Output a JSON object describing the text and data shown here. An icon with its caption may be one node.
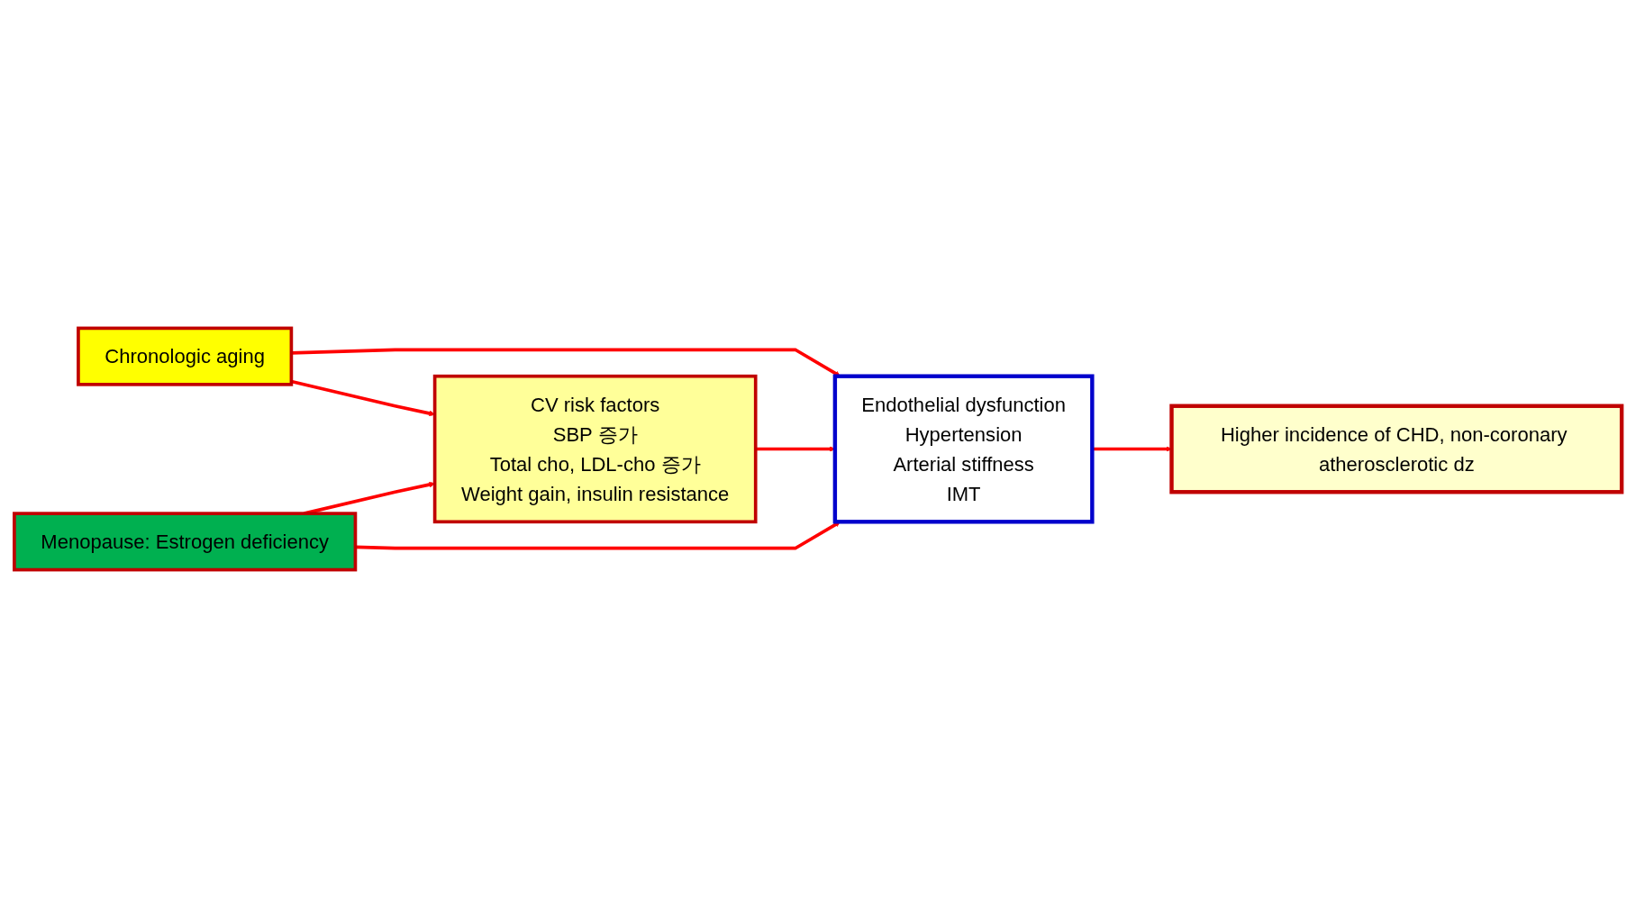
{
  "diagram": {
    "nodes": [
      {
        "text": [
          "Chronologic aging"
        ]
      },
      {
        "text": [
          "CV risk factors",
          "SBP 증가",
          "Total cho, LDL-cho 증가",
          "Weight gain, insulin resistance"
        ]
      },
      {
        "text": [
          "Endothelial dysfunction",
          "Hypertension",
          "Arterial stiffness",
          "IMT"
        ]
      },
      {
        "text": [
          "Higher incidence of CHD, non-coronary atherosclerotic dz"
        ]
      },
      {
        "text": [
          "Menopause: Estrogen deficiency"
        ]
      }
    ],
    "edges": [
      {
        "from": 0,
        "to": 1,
        "arrow": "to",
        "color": "#ff0000"
      },
      {
        "from": 0,
        "to": 2,
        "arrow": "to",
        "color": "#ff0000"
      },
      {
        "from": 1,
        "to": 2,
        "arrow": "to",
        "color": "#ff0000"
      },
      {
        "from": 4,
        "to": 1,
        "arrow": "to",
        "color": "#ff0000"
      },
      {
        "from": 4,
        "to": 2,
        "arrow": "to",
        "color": "#ff0000"
      },
      {
        "from": 2,
        "to": 3,
        "arrow": "to",
        "color": "#ff0000"
      }
    ]
  }
}
